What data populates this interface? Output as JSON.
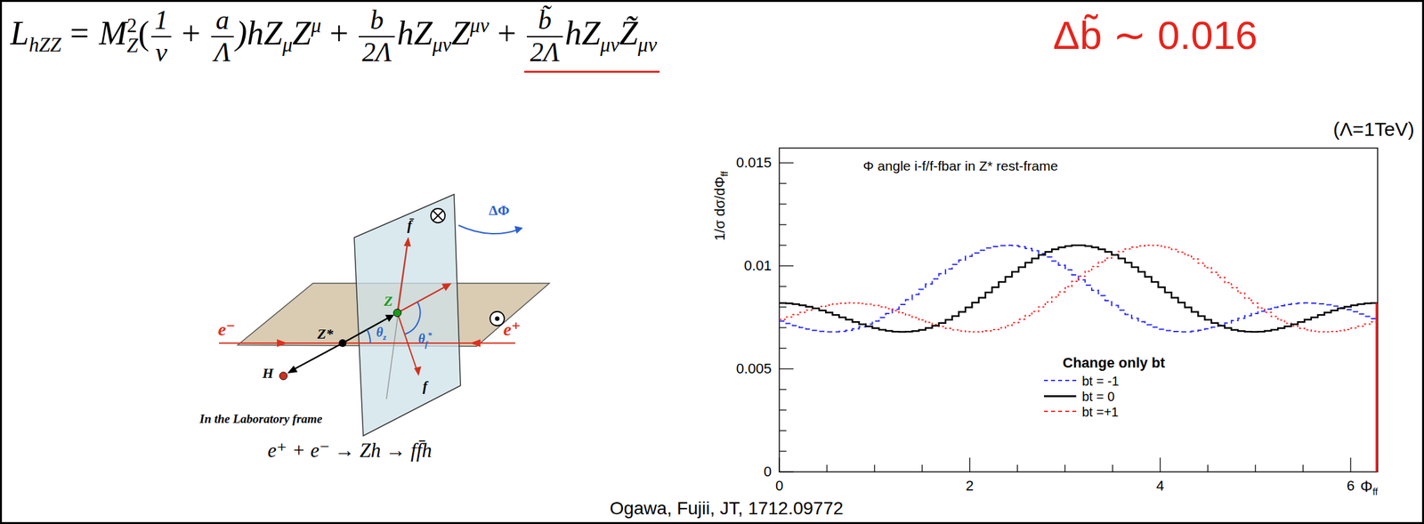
{
  "diagram": {
    "labels": [
      "L",
      "hZZ",
      "= M",
      "Z",
      "2",
      "(",
      "1",
      "v",
      "+",
      "a",
      "Λ",
      ")hZ",
      "μ",
      "Z",
      "μ",
      "+",
      "b",
      "2Λ",
      "hZ",
      "μν",
      "Z",
      "μν",
      "+",
      "b̃",
      "2Λ",
      "hZ",
      "μν",
      "Z̃",
      "μν",
      "Δb̃ ∼ 0.016",
      "(Λ=1TeV)",
      "e⁻",
      "e⁺",
      "Z*",
      "Z",
      "H",
      "f̄",
      "f",
      "ΔΦ",
      "θ",
      "f",
      "*",
      "θ",
      "z",
      "In the Laboratory frame",
      "e⁺ + e⁻ → Zh → ff̄h",
      "Φ angle i-f/f-fbar in Z* rest-frame",
      "1/σ dσ/dΦ",
      "ff",
      "0.015",
      "0.01",
      "0.005",
      "0",
      "0",
      "2",
      "4",
      "6",
      "Φ",
      "ff",
      "Change only bt",
      "Ogawa, Fujii, JT, 1712.09772"
    ],
    "legend": [
      {
        "text": "bt = -1"
      },
      {
        "text": "bt = 0"
      },
      {
        "text": "bt =+1"
      }
    ]
  }
}
